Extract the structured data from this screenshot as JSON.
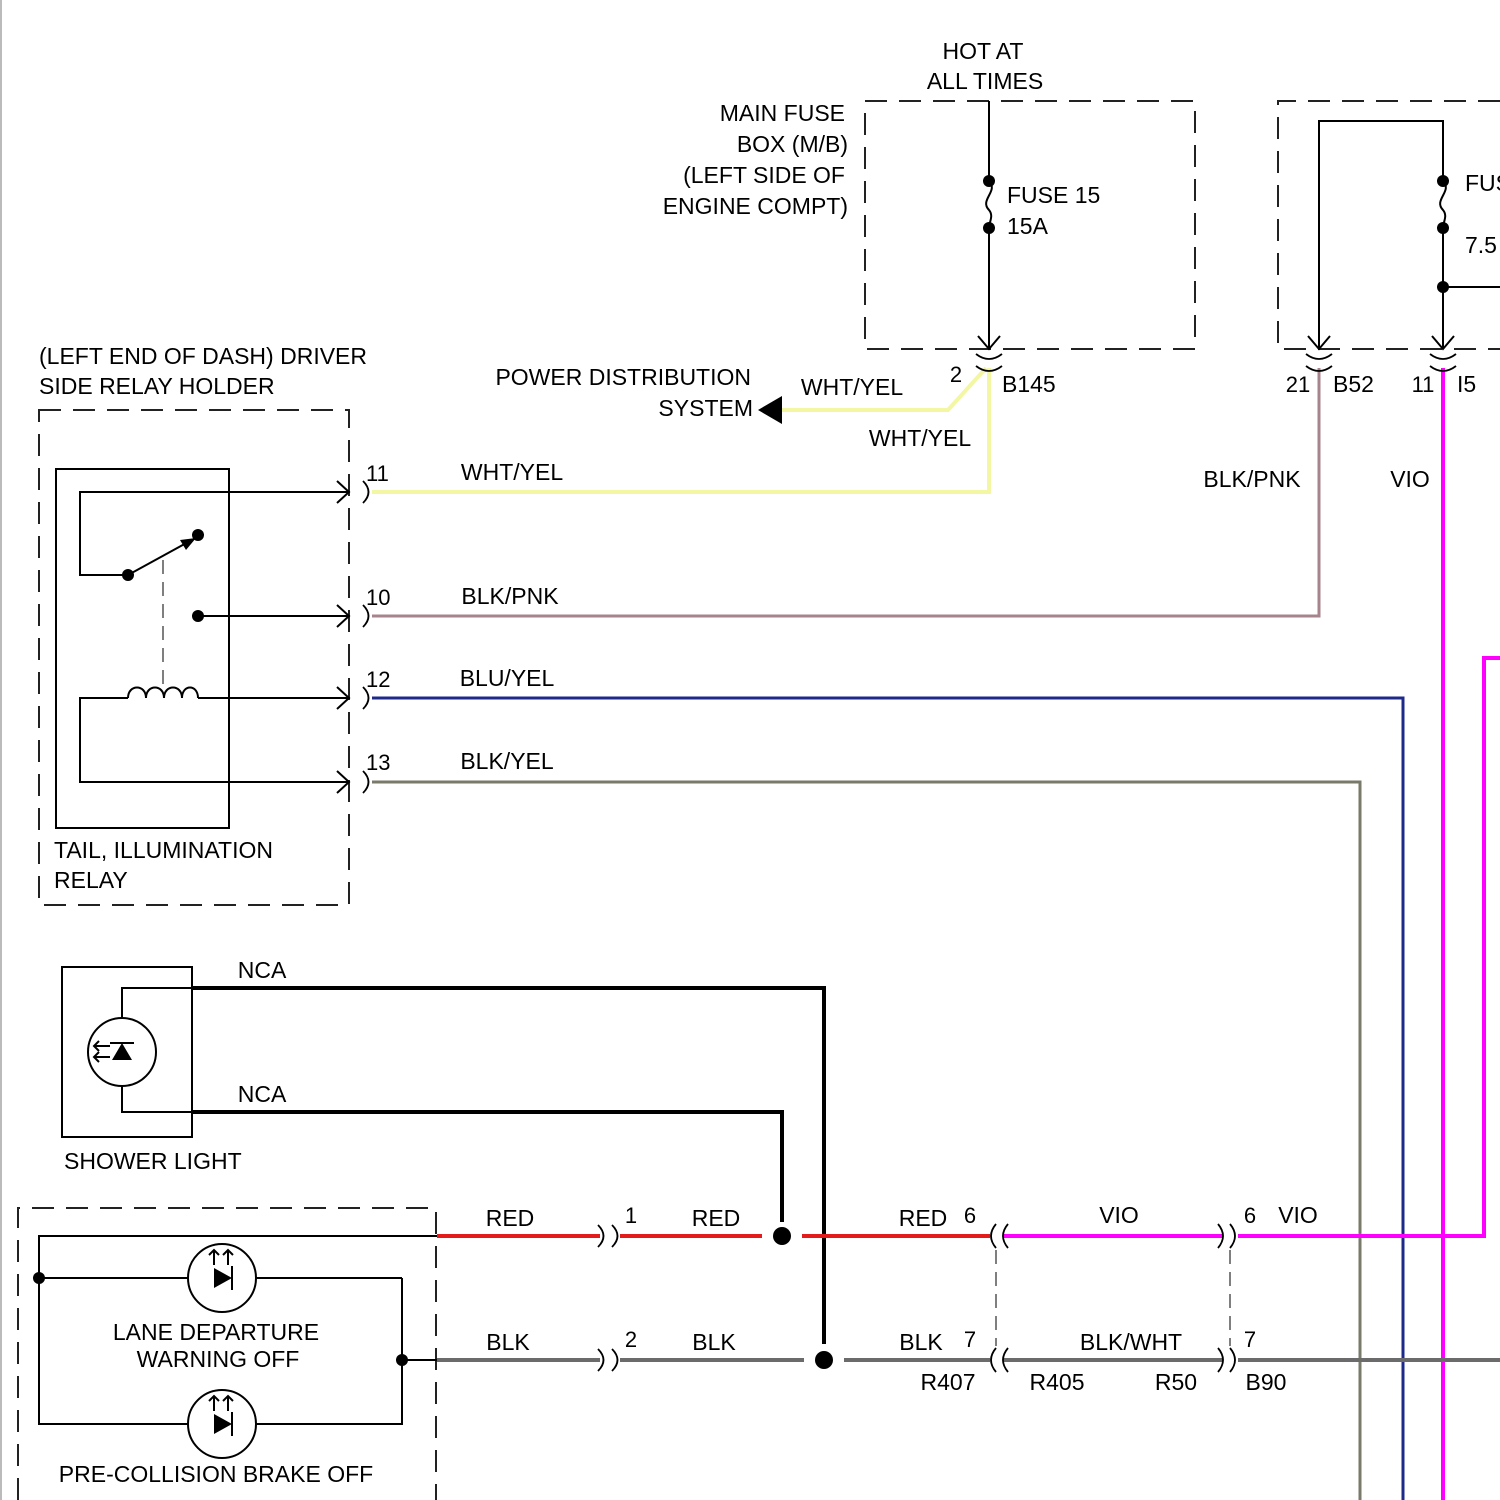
{
  "colors": {
    "wht_yel": "#f3f7a3",
    "blk_pnk": "#a7838e",
    "blu_yel": "#1d2a8a",
    "blk_yel": "#7a7a6a",
    "vio": "#ff00ff",
    "red": "#e31b1b",
    "blk": "#6b6b6b",
    "nca": "#000000"
  },
  "labels": {
    "hot_at_1": "HOT AT",
    "hot_at_2": "ALL TIMES",
    "mainfuse_1": "MAIN FUSE",
    "mainfuse_2": "BOX (M/B)",
    "mainfuse_3": "(LEFT SIDE OF",
    "mainfuse_4": "ENGINE COMPT)",
    "fuse15": "FUSE 15",
    "fuse15a": "15A",
    "fuse_right_name": "FUSE",
    "fuse_right_amp": "7.5",
    "relay_holder_1": "(LEFT END OF DASH) DRIVER",
    "relay_holder_2": "SIDE RELAY HOLDER",
    "pds_1": "POWER DISTRIBUTION",
    "pds_2": "SYSTEM",
    "tail_relay_1": "TAIL, ILLUMINATION",
    "tail_relay_2": "RELAY",
    "shower_light": "SHOWER LIGHT",
    "lane_1": "LANE DEPARTURE",
    "lane_2": "WARNING OFF",
    "precollision": "PRE-COLLISION BRAKE OFF"
  },
  "connectors": {
    "b145": "B145",
    "b145_pin": "2",
    "b52": "B52",
    "b52_pin": "21",
    "i5": "I5",
    "i5_pin": "11",
    "relay_pin_11": "11",
    "relay_pin_10": "10",
    "relay_pin_12": "12",
    "relay_pin_13": "13",
    "pin_red_1": "1",
    "pin_blk_2": "2",
    "r407": "R407",
    "r405": "R405",
    "r407_pin_6": "6",
    "r407_pin_7": "7",
    "r50": "R50",
    "b90": "B90",
    "b90_pin_6": "6",
    "b90_pin_7": "7"
  },
  "wire_labels": {
    "wht_yel_pds": "WHT/YEL",
    "wht_yel_vert": "WHT/YEL",
    "wht_yel_11": "WHT/YEL",
    "blk_pnk_right": "BLK/PNK",
    "vio_right": "VIO",
    "blk_pnk_10": "BLK/PNK",
    "blu_yel_12": "BLU/YEL",
    "blk_yel_13": "BLK/YEL",
    "nca_1": "NCA",
    "nca_2": "NCA",
    "red_1": "RED",
    "red_2": "RED",
    "red_3": "RED",
    "vio_1": "VIO",
    "vio_2": "VIO",
    "blk_1": "BLK",
    "blk_2": "BLK",
    "blk_3": "BLK",
    "blk_wht": "BLK/WHT"
  }
}
